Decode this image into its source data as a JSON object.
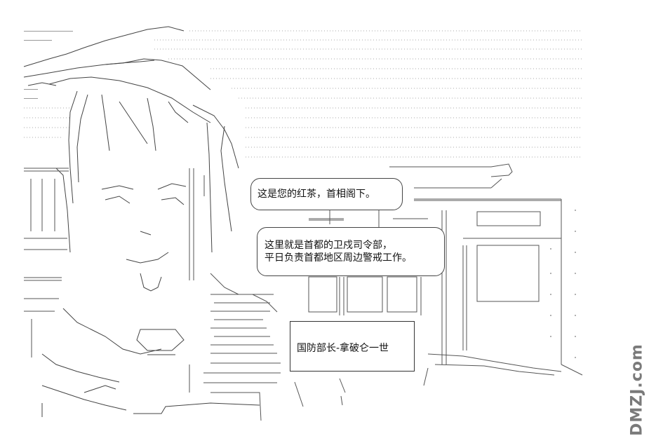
{
  "dialogue": {
    "bubble_1": "这是您的红茶，首相阁下。",
    "bubble_2_line_1": "这里就是首都的卫戍司令部，",
    "bubble_2_line_2": "平日负责首都地区周边警戒工作。"
  },
  "caption": {
    "name": "国防部长-拿破仑一世"
  },
  "watermark": {
    "text": "DMZJ.com"
  },
  "art": {
    "stroke_color": "#555555",
    "dot_color": "#888888"
  }
}
